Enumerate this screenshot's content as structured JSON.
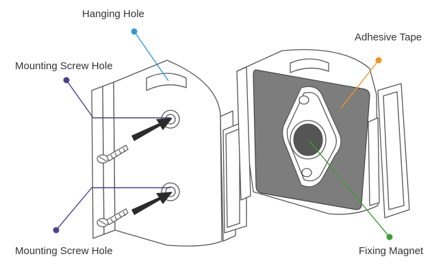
{
  "labels": {
    "hanging_hole": "Hanging Hole",
    "mounting_screw_hole_top": "Mounting Screw Hole",
    "mounting_screw_hole_bottom": "Mounting Screw Hole",
    "adhesive_tape": "Adhesive Tape",
    "fixing_magnet": "Fixing Magnet"
  },
  "colors": {
    "hanging_hole_leader": "#2e9ad6",
    "mounting_screw_leader": "#4b3f8f",
    "adhesive_tape_leader": "#f0951f",
    "fixing_magnet_leader": "#3aa22e",
    "adhesive_tape_fill": "#7d7d7d",
    "line_art": "#555555"
  }
}
